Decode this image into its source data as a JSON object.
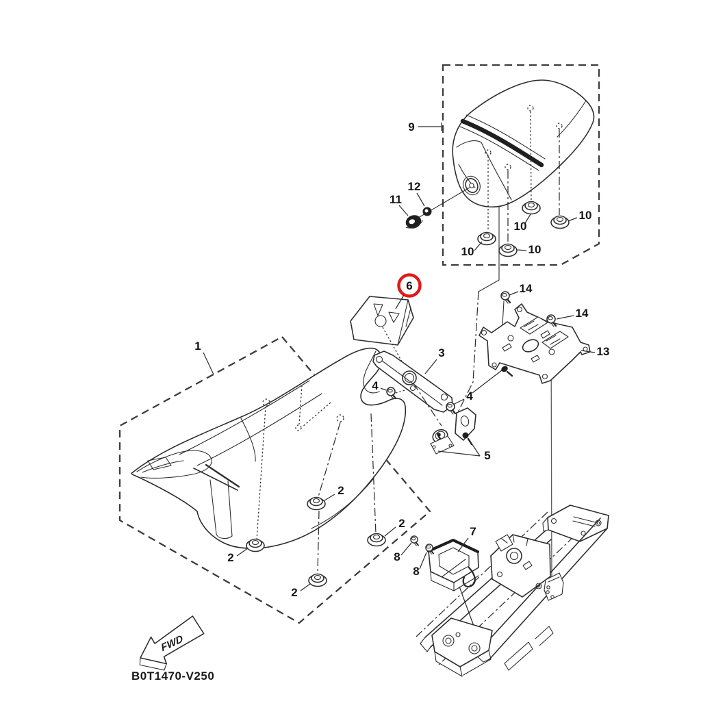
{
  "diagram": {
    "code": "B0T1470-V250",
    "fwd_label": "FWD"
  },
  "labels": {
    "p1": "1",
    "p2": "2",
    "p3": "3",
    "p4": "4",
    "p5": "5",
    "p6": "6",
    "p7": "7",
    "p8": "8",
    "p9": "9",
    "p10": "10",
    "p11": "11",
    "p12": "12",
    "p13": "13",
    "p14": "14"
  },
  "colors": {
    "highlight": "#e01a1a",
    "line": "#2e2e2e"
  }
}
